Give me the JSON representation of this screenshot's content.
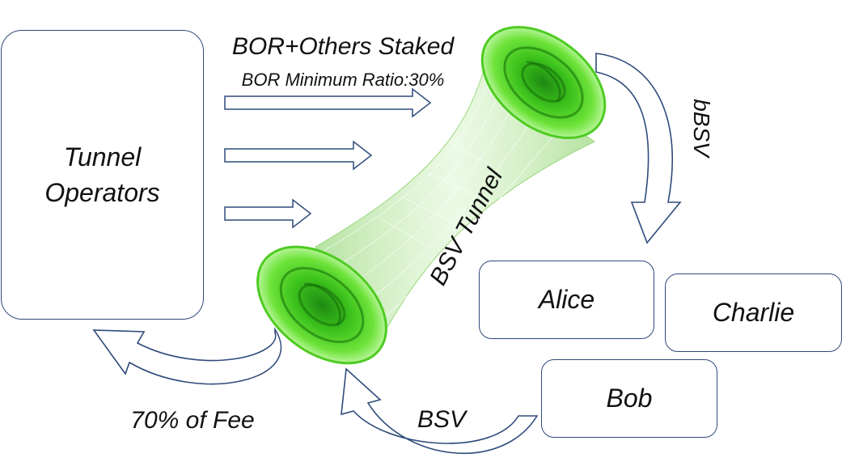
{
  "nodes": {
    "tunnel_operators": "Tunnel\nOperators",
    "alice": "Alice",
    "charlie": "Charlie",
    "bob": "Bob"
  },
  "labels": {
    "stake_title": "BOR+Others Staked",
    "stake_subtitle": "BOR Minimum Ratio:30%",
    "tunnel": "BSV Tunnel",
    "bbsv": "bBSV",
    "bsv": "BSV",
    "fee": "70% of Fee"
  },
  "colors": {
    "outline": "#2f4a7a",
    "tunnel_green": "#5fd12a",
    "tunnel_mesh": "#8bd86b"
  }
}
